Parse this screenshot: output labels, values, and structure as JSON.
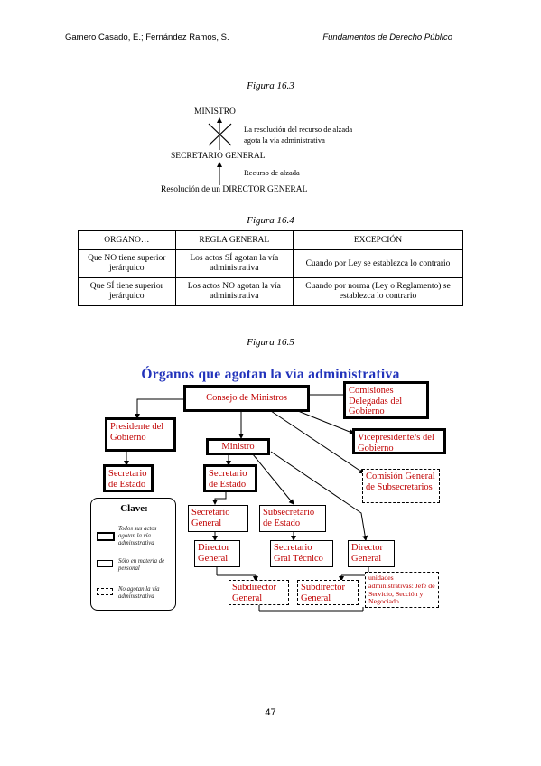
{
  "header": {
    "authors": "Gamero Casado, E.; Fernández Ramos, S.",
    "book": "Fundamentos de Derecho Público"
  },
  "figure_16_3": {
    "caption": "Figura 16.3",
    "ministro": "MINISTRO",
    "resolution_note_1": "La resolución del recurso de alzada",
    "resolution_note_2": "agota la vía administrativa",
    "secretario": "SECRETARIO GENERAL",
    "recurso": "Recurso de alzada",
    "resolucion": "Resolución de un DIRECTOR GENERAL"
  },
  "figure_16_4": {
    "caption": "Figura 16.4",
    "headers": [
      "ORGANO…",
      "REGLA GENERAL",
      "EXCEPCIÓN"
    ],
    "rows": [
      [
        "Que NO tiene superior jerárquico",
        "Los actos SÍ agotan la vía administrativa",
        "Cuando por Ley se establezca lo contrario"
      ],
      [
        "Que SÍ tiene superior jerárquico",
        "Los actos NO agotan la vía administrativa",
        "Cuando por norma (Ley o Reglamento) se establezca lo contrario"
      ]
    ]
  },
  "figure_16_5": {
    "caption": "Figura 16.5",
    "title": "Órganos que agotan la vía administrativa",
    "nodes": {
      "consejo": "Consejo de Ministros",
      "comisiones": "Comisiones Delegadas del Gobierno",
      "presidente": "Presidente del Gobierno",
      "vicepresidente": "Vicepresidente/s del Gobierno",
      "ministro": "Ministro",
      "comision_general": "Comisión General de Subsecretarios",
      "secretario_estado_pres": "Secretario de Estado",
      "secretario_estado_min": "Secretario de Estado",
      "secretario_general": "Secretario General",
      "subsecretario": "Subsecretario de Estado",
      "director_general_1": "Director General",
      "secretario_gral_tecnico": "Secretario Gral Técnico",
      "director_general_2": "Director General",
      "subdirector_1": "Subdirector General",
      "subdirector_2": "Subdirector General",
      "unidades": "unidades administrativas: Jefe de Servicio, Sección y Negociado"
    },
    "legend": {
      "title": "Clave:",
      "items": [
        "Todos sus actos agotan la vía administrativa",
        "Sólo en materia de personal",
        "No agotan la vía administrativa"
      ]
    }
  },
  "page_number": "47"
}
